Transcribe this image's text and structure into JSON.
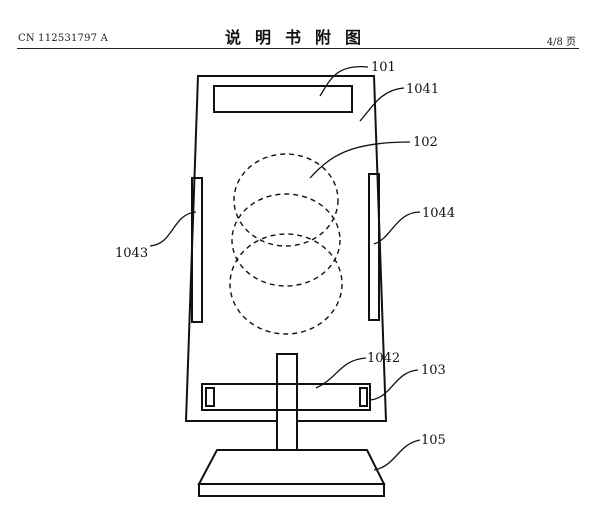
{
  "header": {
    "publication_number": "CN 112531797 A",
    "sheet_title": "说明书附图",
    "page_indicator": "4/8 页"
  },
  "figure": {
    "labels": {
      "l101": "101",
      "l1041": "1041",
      "l102": "102",
      "l1044": "1044",
      "l1043": "1043",
      "l1042": "1042",
      "l103": "103",
      "l105": "105"
    }
  }
}
